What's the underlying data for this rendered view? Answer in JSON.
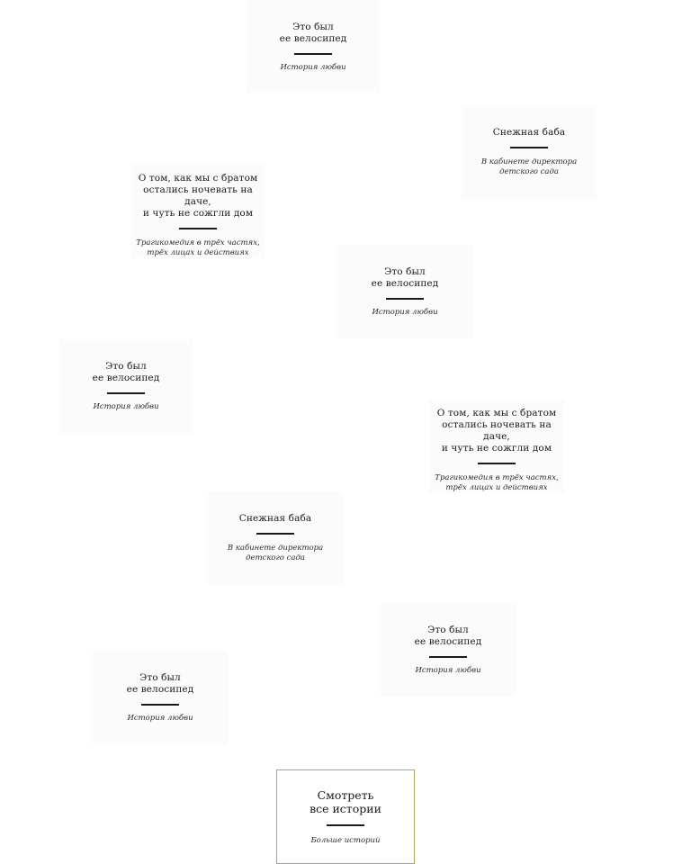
{
  "stories": [
    {
      "title": "Это был\nее велосипед",
      "subtitle": "История любви"
    },
    {
      "title": "Снежная баба",
      "subtitle": "В кабинете директора\nдетского сада"
    },
    {
      "title": "О том, как мы с братом\nостались ночевать на даче,\nи чуть не сожгли дом",
      "subtitle": "Трагикомедия в трёх частях,\nтрёх лицах и действиях"
    },
    {
      "title": "Это был\nее велосипед",
      "subtitle": "История любви"
    },
    {
      "title": "Это был\nее велосипед",
      "subtitle": "История любви"
    },
    {
      "title": "О том, как мы с братом\nостались ночевать на даче,\nи чуть не сожгли дом",
      "subtitle": "Трагикомедия в трёх частях,\nтрёх лицах и действиях"
    },
    {
      "title": "Снежная баба",
      "subtitle": "В кабинете директора\nдетского сада"
    },
    {
      "title": "Это был\nее велосипед",
      "subtitle": "История любви"
    },
    {
      "title": "Это был\nее велосипед",
      "subtitle": "История любви"
    }
  ],
  "cta": {
    "title": "Смотреть\nвсе истории",
    "subtitle": "Больше историй",
    "border_color": "#c2a24a"
  }
}
